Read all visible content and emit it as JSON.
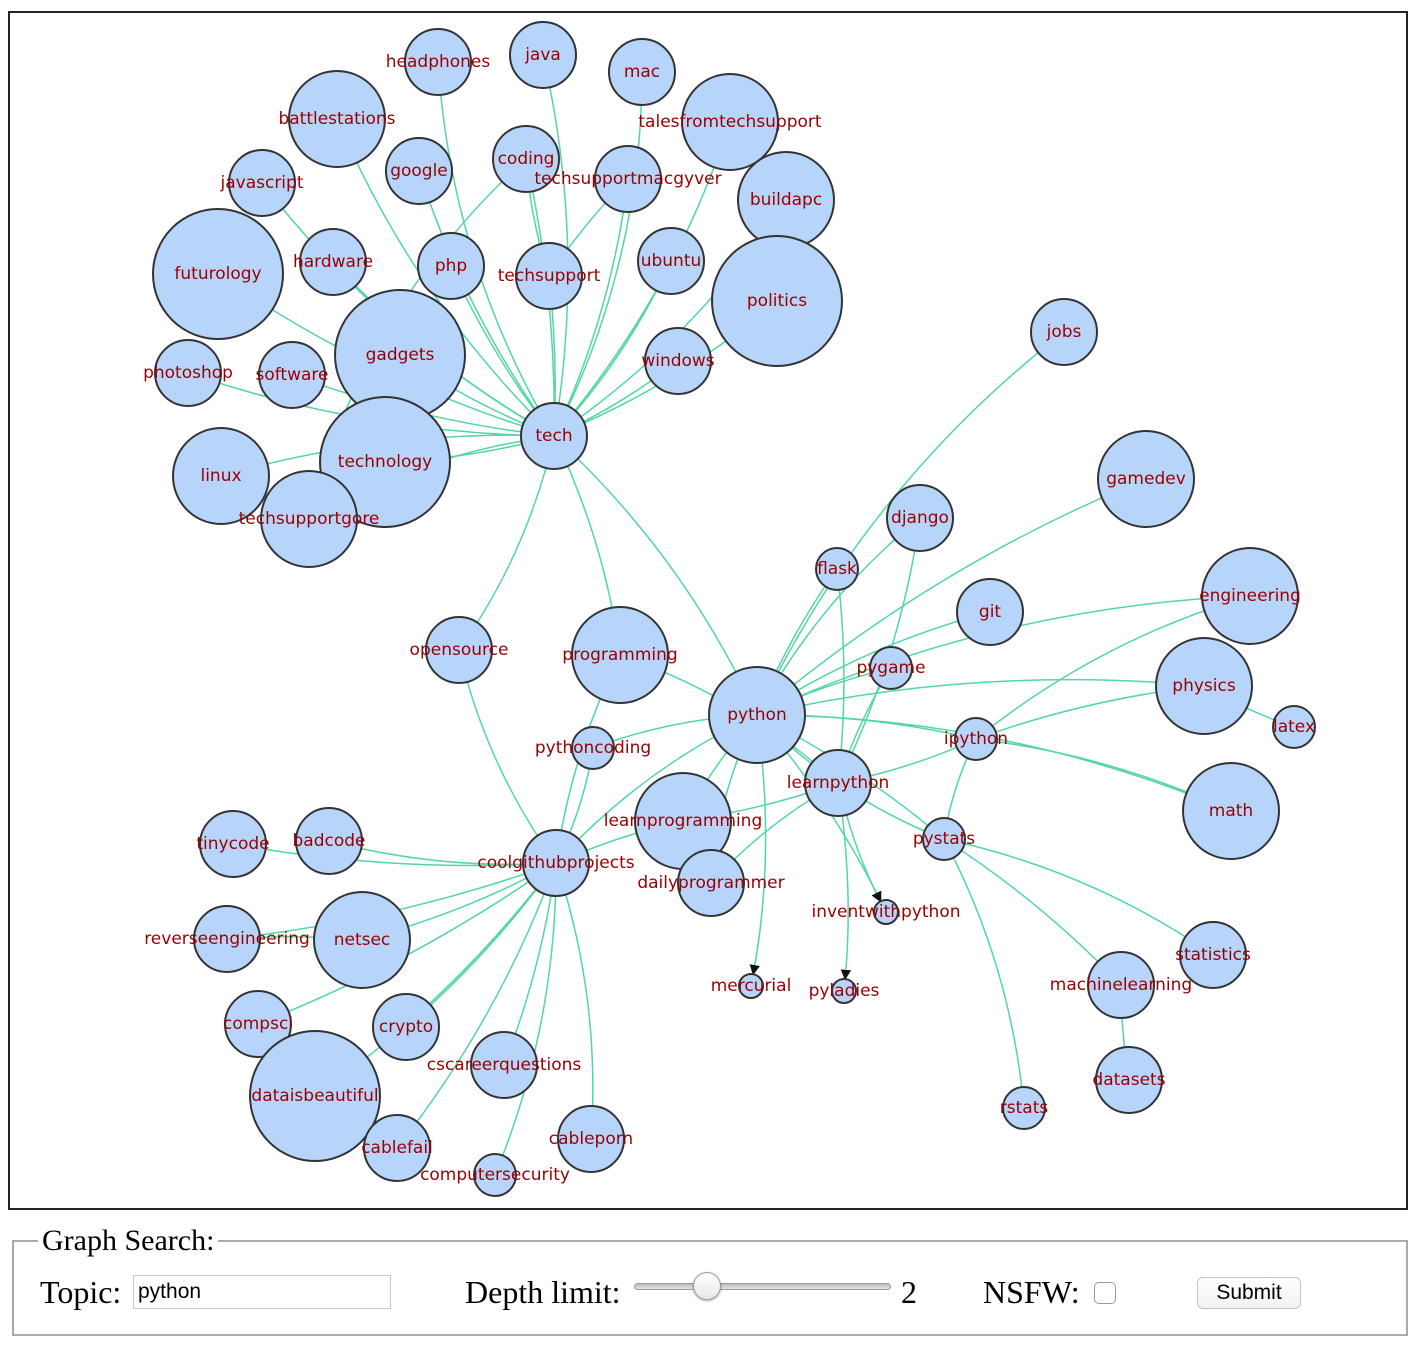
{
  "graph": {
    "nodes": [
      "headphones",
      "java",
      "mac",
      "battlestations",
      "talesfromtechsupport",
      "google",
      "coding",
      "javascript",
      "techsupportmacgyver",
      "buildapc",
      "futurology",
      "hardware",
      "php",
      "techsupport",
      "ubuntu",
      "politics",
      "gadgets",
      "photoshop",
      "software",
      "windows",
      "tech",
      "technology",
      "linux",
      "techsupportgore",
      "jobs",
      "gamedev",
      "django",
      "flask",
      "engineering",
      "git",
      "opensource",
      "programming",
      "pygame",
      "physics",
      "python",
      "pythoncoding",
      "ipython",
      "latex",
      "learnpython",
      "math",
      "learnprogramming",
      "tinycode",
      "badcode",
      "pystats",
      "coolgithubprojects",
      "dailyprogrammer",
      "inventwithpython",
      "netsec",
      "reverseengineering",
      "statistics",
      "mercurial",
      "pyladies",
      "machinelearning",
      "compsci",
      "crypto",
      "cscareerquestions",
      "datasets",
      "dataisbeautiful",
      "rstats",
      "cableporn",
      "cablefail",
      "computersecurity"
    ],
    "node_fill": "#b7d5fb",
    "label_color": "#9b0000",
    "link_color": "#52d6a4"
  },
  "search": {
    "legend": "Graph Search:",
    "topic_label": "Topic:",
    "topic_value": "python",
    "depth_label": "Depth limit:",
    "depth_value": "2",
    "depth_min": 1,
    "depth_max": 5,
    "nsfw_label": "NSFW:",
    "nsfw_checked": false,
    "submit_label": "Submit"
  }
}
